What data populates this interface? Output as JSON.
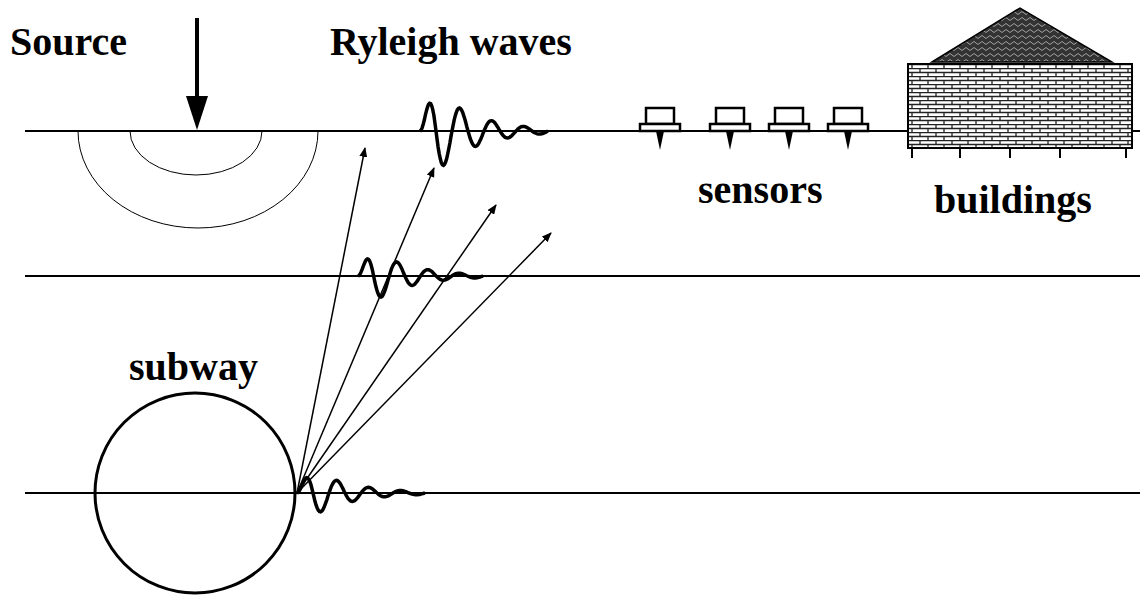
{
  "diagram": {
    "nodes": [
      {
        "text": [
          "subway"
        ]
      },
      {
        "text": [
          "buildings"
        ]
      }
    ],
    "labels": [
      "Source",
      "Ryleigh waves",
      "sensors"
    ]
  }
}
